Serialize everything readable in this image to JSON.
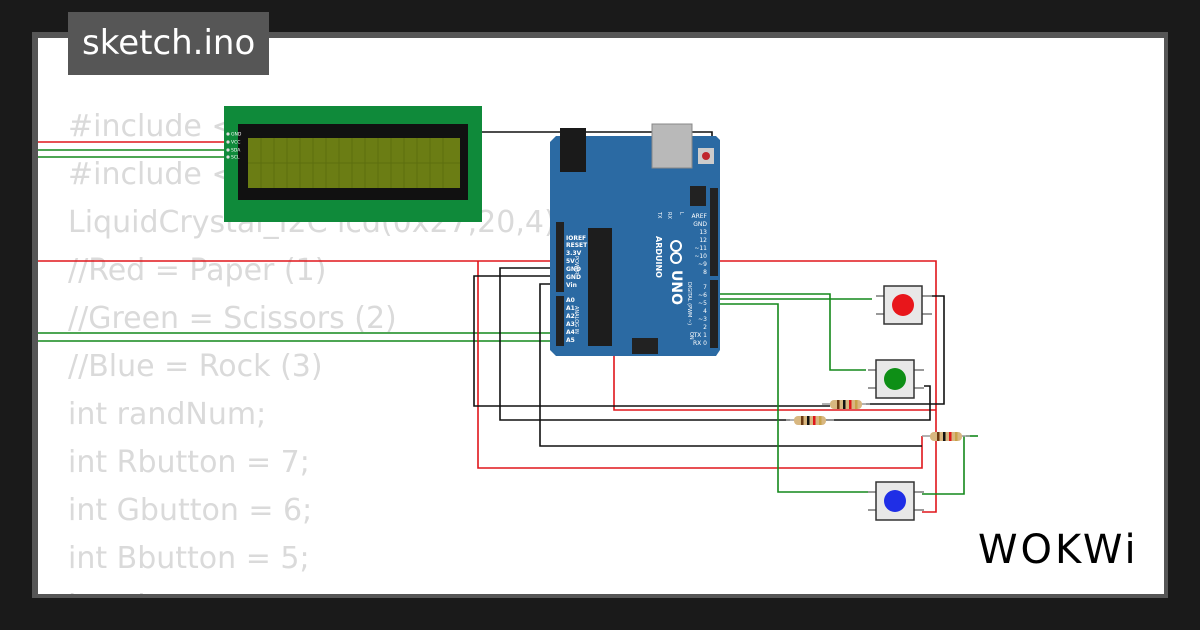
{
  "window": {
    "title": "sketch.ino"
  },
  "code_lines": [
    "#include <",
    "#include <                    .h>",
    "LiquidCrystal_I2C lcd(0x27,20,4);",
    "//Red = Paper (1)",
    "//Green = Scissors (2)",
    "//Blue = Rock (3)",
    "int randNum;",
    "int Rbutton = 7;",
    "int Gbutton = 6;",
    "int Bbutton = 5;",
    "int Blue"
  ],
  "lcd": {
    "pins": [
      "GND",
      "VCC",
      "SDA",
      "SCL"
    ]
  },
  "arduino": {
    "model": "UNO",
    "brand": "ARDUINO",
    "power_pins": [
      "IOREF",
      "RESET",
      "3.3V",
      "5V",
      "GND",
      "GND",
      "Vin"
    ],
    "analog_pins": [
      "A0",
      "A1",
      "A2",
      "A3",
      "A4",
      "A5"
    ],
    "digital_pins_top": [
      "AREF",
      "GND",
      "13",
      "12",
      "~11",
      "~10",
      "~9",
      "8"
    ],
    "digital_pins_bottom": [
      "7",
      "~6",
      "~5",
      "4",
      "~3",
      "2",
      "TX 1",
      "RX 0"
    ],
    "labels": {
      "power": "POWER",
      "analog": "ANALOG IN",
      "digital": "DIGITAL (PWM ~)",
      "tx": "TX",
      "rx": "RX",
      "on": "ON",
      "l": "L"
    }
  },
  "buttons": [
    {
      "name": "red",
      "color": "#e8161b"
    },
    {
      "name": "green",
      "color": "#0e8f16"
    },
    {
      "name": "blue",
      "color": "#1f2ee6"
    }
  ],
  "wire_colors": {
    "red": "#e0161b",
    "green": "#14891b",
    "black": "#111111"
  },
  "brand": {
    "logo": "WOKWi"
  }
}
